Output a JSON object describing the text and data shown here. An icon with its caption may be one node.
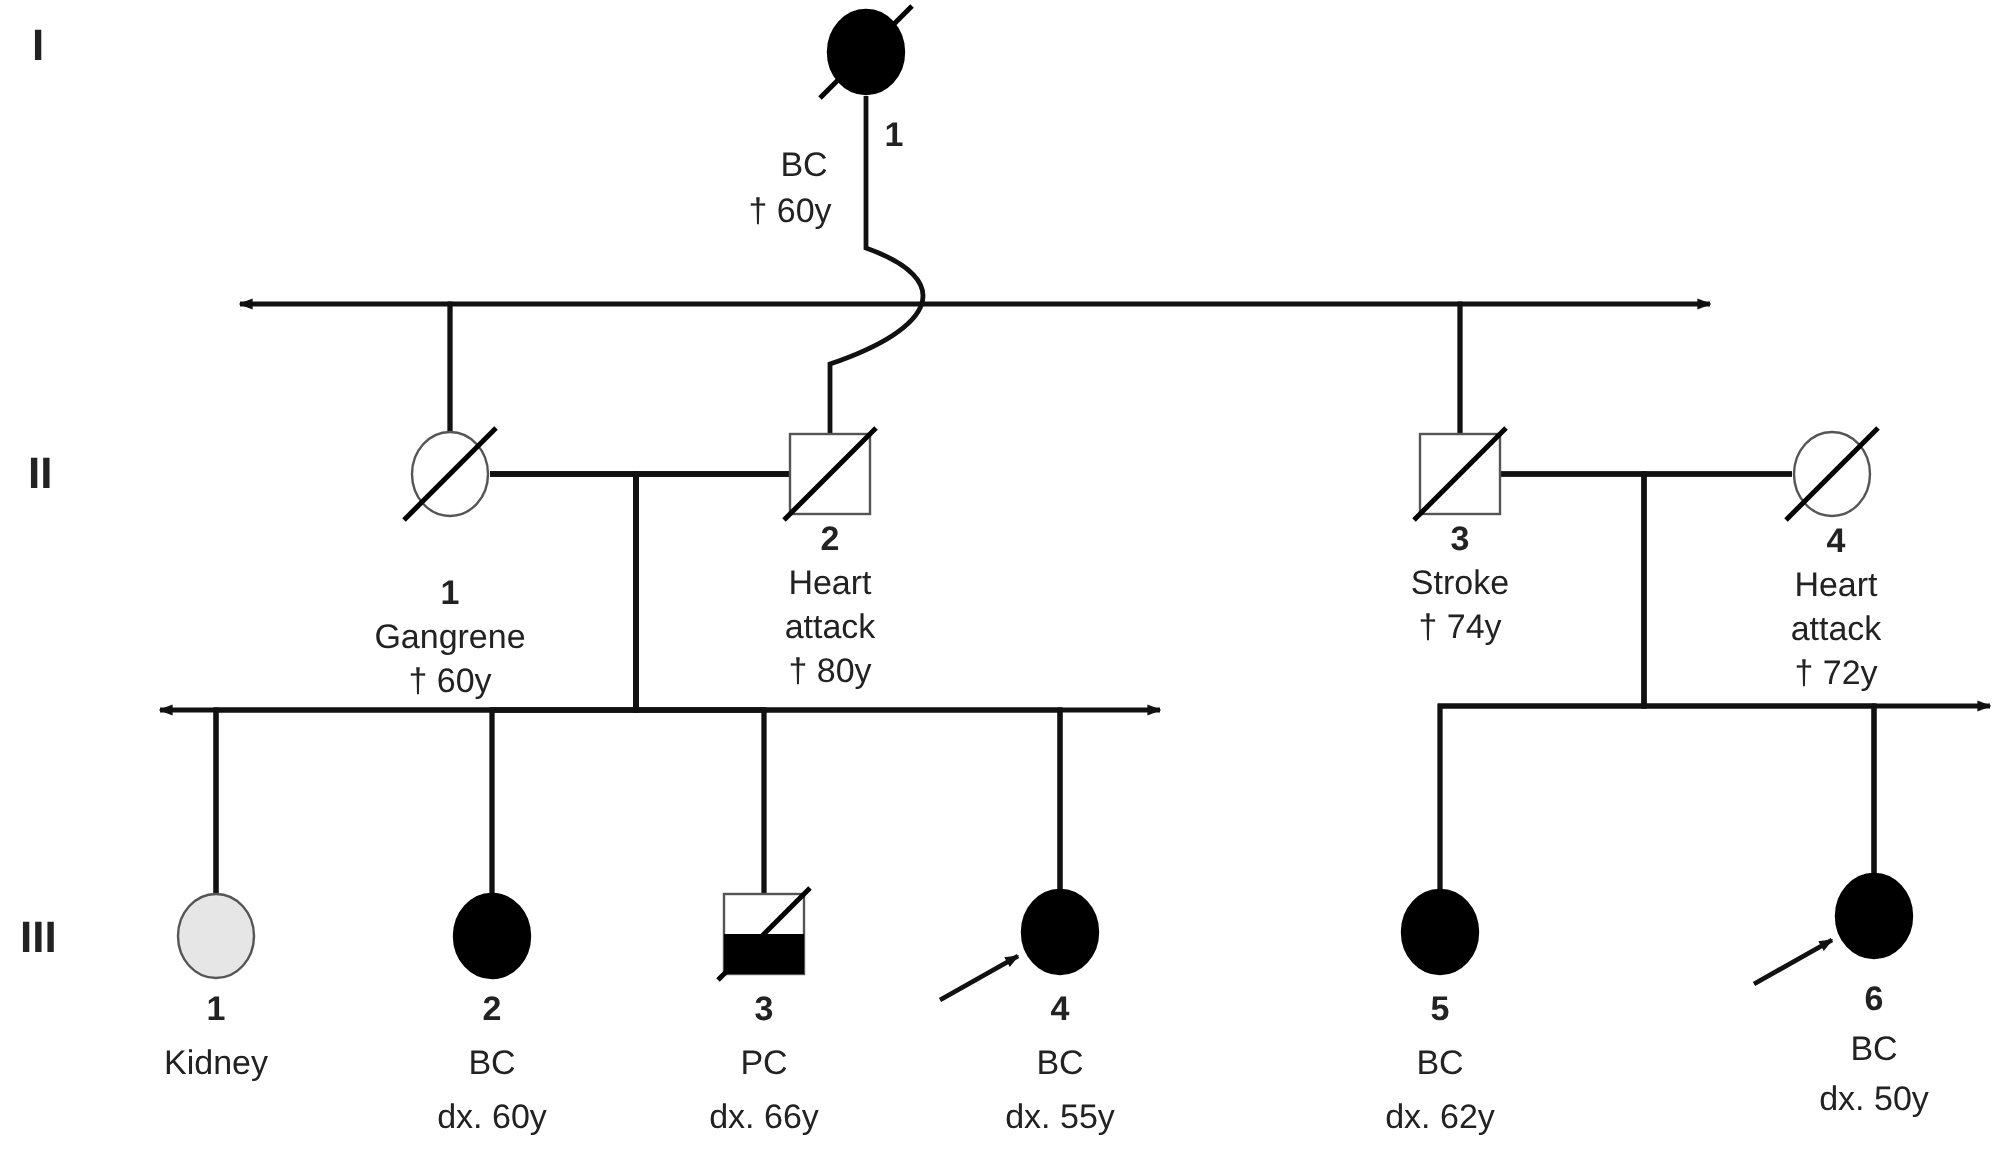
{
  "diagram": {
    "nodes": [
      {
        "text": [],
        "shape": "circle",
        "beside": [
          "1",
          "BC",
          "† 60y"
        ]
      },
      {
        "text": [],
        "shape": "circle",
        "beside": [
          "1",
          "Gangrene",
          "† 60y"
        ]
      },
      {
        "text": [],
        "shape": "box",
        "beside": [
          "2",
          "Heart attack",
          "† 80y"
        ]
      },
      {
        "text": [],
        "shape": "box",
        "beside": [
          "3",
          "Stroke",
          "† 74y"
        ]
      },
      {
        "text": [],
        "shape": "circle",
        "beside": [
          "4",
          "Heart attack",
          "† 72y"
        ]
      },
      {
        "text": [],
        "shape": "circle",
        "beside": [
          "1",
          "Kidney"
        ]
      },
      {
        "text": [],
        "shape": "circle",
        "beside": [
          "2",
          "BC",
          "dx. 60y"
        ]
      },
      {
        "text": [],
        "shape": "box",
        "beside": [
          "3",
          "PC",
          "dx. 66y"
        ]
      },
      {
        "text": [],
        "shape": "circle",
        "beside": [
          "4",
          "BC",
          "dx. 55y"
        ]
      },
      {
        "text": [],
        "shape": "circle",
        "beside": [
          "5",
          "BC",
          "dx. 62y"
        ]
      },
      {
        "text": [],
        "shape": "circle",
        "beside": [
          "6",
          "BC",
          "dx. 50y"
        ]
      }
    ],
    "edges": [
      {
        "from": 0,
        "to": 2,
        "arrow": "none"
      },
      {
        "from": 1,
        "to": null,
        "arrow": "to"
      },
      {
        "from": 1,
        "to": 3,
        "arrow": "none"
      },
      {
        "from": 3,
        "to": null,
        "arrow": "to"
      },
      {
        "from": 1,
        "to": 2,
        "arrow": "none"
      },
      {
        "from": 3,
        "to": 4,
        "arrow": "none"
      },
      {
        "from": 1,
        "to": 5,
        "arrow": "none"
      },
      {
        "from": 1,
        "to": 6,
        "arrow": "none"
      },
      {
        "from": 1,
        "to": 7,
        "arrow": "none"
      },
      {
        "from": 1,
        "to": 8,
        "arrow": "none"
      },
      {
        "from": 2,
        "to": 5,
        "arrow": "none"
      },
      {
        "from": 2,
        "to": 6,
        "arrow": "none"
      },
      {
        "from": 2,
        "to": 7,
        "arrow": "none"
      },
      {
        "from": 2,
        "to": 8,
        "arrow": "none"
      },
      {
        "from": 3,
        "to": 9,
        "arrow": "none"
      },
      {
        "from": 3,
        "to": 10,
        "arrow": "none"
      },
      {
        "from": 4,
        "to": 9,
        "arrow": "none"
      },
      {
        "from": 4,
        "to": 10,
        "arrow": "none"
      },
      {
        "from": 5,
        "to": null,
        "arrow": "to"
      },
      {
        "from": 8,
        "to": null,
        "arrow": "to"
      },
      {
        "from": 10,
        "to": null,
        "arrow": "to"
      },
      {
        "from": null,
        "to": 8,
        "arrow": "to"
      },
      {
        "from": null,
        "to": 10,
        "arrow": "to"
      }
    ],
    "labels": [
      "I",
      "II",
      "III"
    ]
  }
}
